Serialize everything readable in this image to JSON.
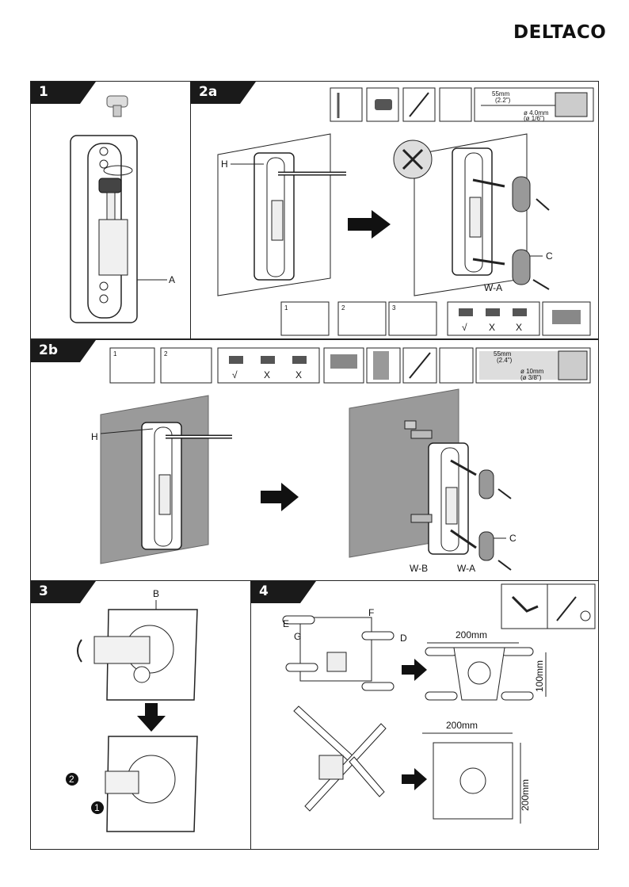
{
  "brand": "DELTACO",
  "steps": {
    "s1": {
      "num": "1",
      "label_a": "A"
    },
    "s2a": {
      "num": "2a",
      "label_h": "H",
      "label_c": "C",
      "label_wa": "W-A",
      "dim1": "55mm",
      "dim2": "(2.2\")",
      "dim3": "ø 4.0mm",
      "dim4": "(ø 1/6\")",
      "sub": [
        "1",
        "2",
        "3"
      ],
      "checks": [
        "√",
        "X",
        "X"
      ]
    },
    "s2b": {
      "num": "2b",
      "label_h": "H",
      "label_c": "C",
      "label_wa": "W-A",
      "label_wb": "W-B",
      "dim1": "55mm",
      "dim2": "(2.4\")",
      "dim3": "ø 10mm",
      "dim4": "(ø 3/8\")",
      "sub": [
        "1",
        "2"
      ],
      "checks": [
        "√",
        "X",
        "X"
      ]
    },
    "s3": {
      "num": "3",
      "label_b": "B",
      "n1": "1",
      "n2": "2"
    },
    "s4": {
      "num": "4",
      "label_e": "E",
      "label_f": "F",
      "label_g": "G",
      "label_d": "D",
      "w1": "200mm",
      "h1": "100mm",
      "w2": "200mm",
      "h2": "200mm"
    }
  }
}
